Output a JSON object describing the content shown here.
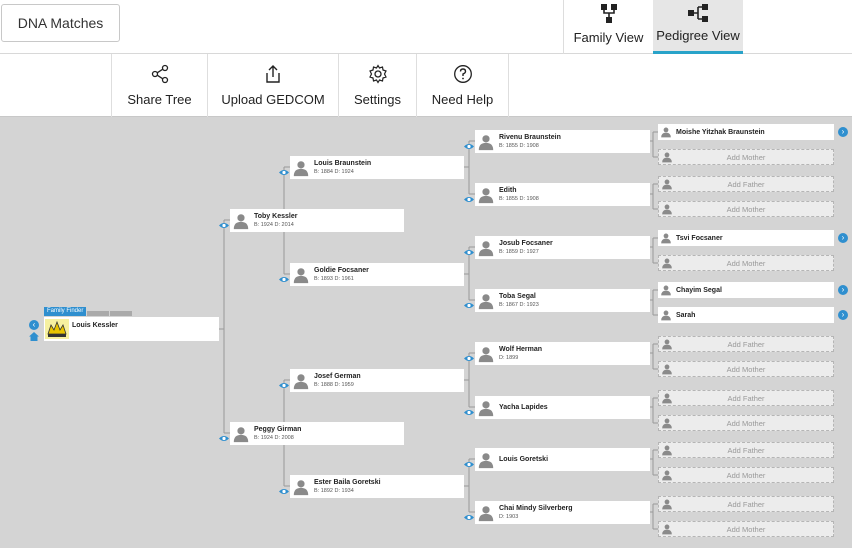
{
  "header": {
    "dna_matches": "DNA Matches",
    "tabs": [
      {
        "label": "Family View",
        "icon": "family-tree-icon"
      },
      {
        "label": "Pedigree View",
        "icon": "pedigree-icon",
        "active": true
      }
    ]
  },
  "toolbar": {
    "share": "Share Tree",
    "upload": "Upload GEDCOM",
    "settings": "Settings",
    "help": "Need Help"
  },
  "colors": {
    "accent": "#2f8fcf",
    "active_tab_underline": "#29a3c9",
    "tree_background": "#d4d4d4"
  },
  "root": {
    "tag": "Family Finder",
    "name": "Louis Kessler"
  },
  "gen1": [
    {
      "name": "Toby Kessler",
      "dates": "B: 1924 D: 2014"
    },
    {
      "name": "Peggy Girman",
      "dates": "B: 1924 D: 2008"
    }
  ],
  "gen2": [
    {
      "name": "Louis Braunstein",
      "dates": "B: 1884 D: 1924"
    },
    {
      "name": "Goldie Focsaner",
      "dates": "B: 1893 D: 1961"
    },
    {
      "name": "Josef German",
      "dates": "B: 1888 D: 1959"
    },
    {
      "name": "Ester Baila Goretski",
      "dates": "B: 1892 D: 1934"
    }
  ],
  "gen3": [
    {
      "name": "Rivenu Braunstein",
      "dates": "B: 1855 D: 1908"
    },
    {
      "name": "Edith",
      "dates": "B: 1855 D: 1908"
    },
    {
      "name": "Josub Focsaner",
      "dates": "B: 1859 D: 1927"
    },
    {
      "name": "Toba Segal",
      "dates": "B: 1867 D: 1923"
    },
    {
      "name": "Wolf Herman",
      "dates": "D: 1899"
    },
    {
      "name": "Yacha Lapides",
      "dates": ""
    },
    {
      "name": "Louis Goretski",
      "dates": ""
    },
    {
      "name": "Chai Mindy Silverberg",
      "dates": "D: 1903"
    }
  ],
  "gen4": [
    {
      "name": "Moishe Yitzhak Braunstein"
    },
    {
      "add": "Add Mother"
    },
    {
      "add": "Add Father"
    },
    {
      "add": "Add Mother"
    },
    {
      "name": "Tsvi Focsaner"
    },
    {
      "add": "Add Mother"
    },
    {
      "name": "Chayim Segal"
    },
    {
      "name": "Sarah"
    },
    {
      "add": "Add Father"
    },
    {
      "add": "Add Mother"
    },
    {
      "add": "Add Father"
    },
    {
      "add": "Add Mother"
    },
    {
      "add": "Add Father"
    },
    {
      "add": "Add Mother"
    },
    {
      "add": "Add Father"
    },
    {
      "add": "Add Mother"
    }
  ]
}
